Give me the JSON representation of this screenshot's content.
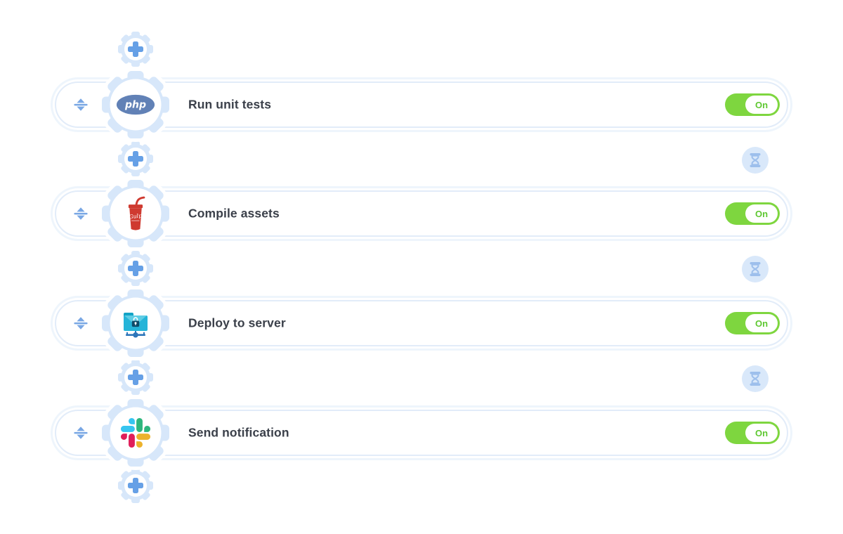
{
  "pipeline": {
    "rows": [
      {
        "label": "Run unit tests",
        "icon": "php-logo",
        "toggle_label": "On",
        "toggle_state": "on"
      },
      {
        "label": "Compile assets",
        "icon": "gulp-logo",
        "toggle_label": "On",
        "toggle_state": "on"
      },
      {
        "label": "Deploy to server",
        "icon": "secure-folder-logo",
        "toggle_label": "On",
        "toggle_state": "on"
      },
      {
        "label": "Send notification",
        "icon": "slack-logo",
        "toggle_label": "On",
        "toggle_state": "on"
      }
    ],
    "add_action_icon": "plus-gear",
    "wait_condition_icon": "hourglass",
    "drag_handle_icon": "sort-arrows"
  },
  "colors": {
    "toggle_on_green": "#7ed63f",
    "toggle_text_green": "#5fc832",
    "gear_pale_blue": "#d7e7fa",
    "action_blue": "#66a0e6",
    "pill_border": "#e2ecf9",
    "label_text": "#3b404a",
    "hourglass_chip_bg": "#d9e8fa",
    "hourglass_glyph": "#9dbfec",
    "php_blue": "#6181B6",
    "gulp_red": "#cf3a30",
    "folder_teal": "#25b4d8",
    "network_blue": "#2e76ba",
    "slack_blue": "#36C5F0",
    "slack_green": "#2EB67D",
    "slack_red": "#E01E5A",
    "slack_yellow": "#ECB22C"
  }
}
